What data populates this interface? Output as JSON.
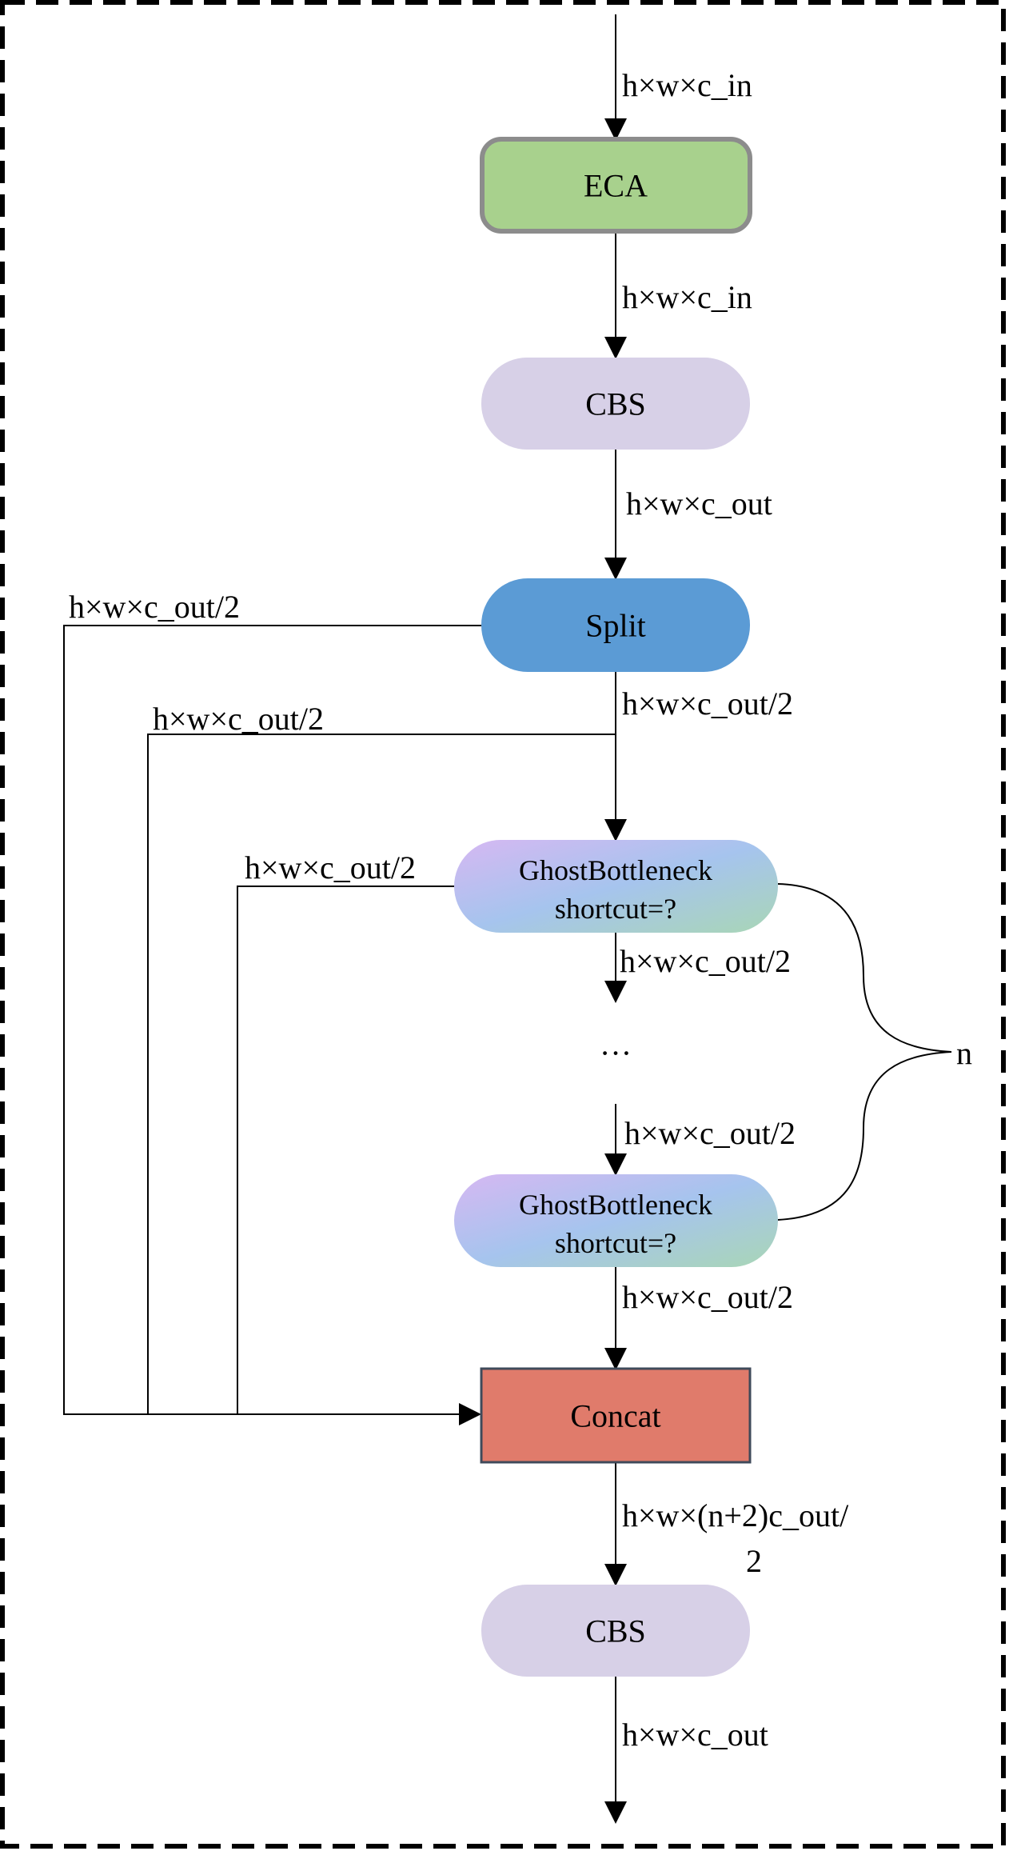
{
  "colors": {
    "eca_fill": "#a8d18d",
    "eca_stroke": "#8c8c8c",
    "cbs_fill": "#d7d0e7",
    "split_fill": "#5b9bd5",
    "concat_fill": "#e07b6b",
    "concat_stroke": "#3f4a5a",
    "ghost_gradient": [
      "#d6b8f2",
      "#a6c4ee",
      "#a9d6b6"
    ],
    "line": "#000000"
  },
  "nodes": {
    "eca": "ECA",
    "cbs_top": "CBS",
    "split": "Split",
    "ghost1": {
      "line1": "GhostBottleneck",
      "line2": "shortcut=?"
    },
    "ellipsis": "…",
    "ghost2": {
      "line1": "GhostBottleneck",
      "line2": "shortcut=?"
    },
    "concat": "Concat",
    "cbs_bottom": "CBS"
  },
  "edge_labels": {
    "input": "h×w×c_in",
    "eca_to_cbs": "h×w×c_in",
    "cbs_to_split": "h×w×c_out",
    "split_bypass": "h×w×c_out/2",
    "split_down": "h×w×c_out/2",
    "branch_bypass": "h×w×c_out/2",
    "ghost1_bypass": "h×w×c_out/2",
    "ghost1_down": "h×w×c_out/2",
    "to_ghost2": "h×w×c_out/2",
    "ghost2_down": "h×w×c_out/2",
    "concat_out_line1": "h×w×(n+2)c_out/",
    "concat_out_line2": "2",
    "output": "h×w×c_out"
  },
  "repeat_label": "n"
}
